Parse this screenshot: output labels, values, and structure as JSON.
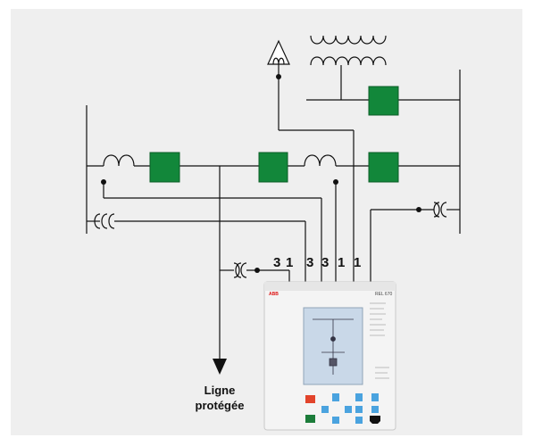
{
  "diagram": {
    "output_label_line1": "Ligne",
    "output_label_line2": "protégée",
    "channel_numbers": [
      "3",
      "1",
      "3",
      "3",
      "1",
      "1"
    ],
    "device": {
      "brand": "ABB",
      "model": "REL 670"
    },
    "colors": {
      "breaker": "#12873a",
      "line": "#111111",
      "panel_background": "#efefef",
      "device_body": "#f4f4f4",
      "device_screen": "#c9d8e8",
      "key_blue": "#4aa3df",
      "key_red": "#e2442b",
      "key_green": "#1c7c3a"
    }
  }
}
